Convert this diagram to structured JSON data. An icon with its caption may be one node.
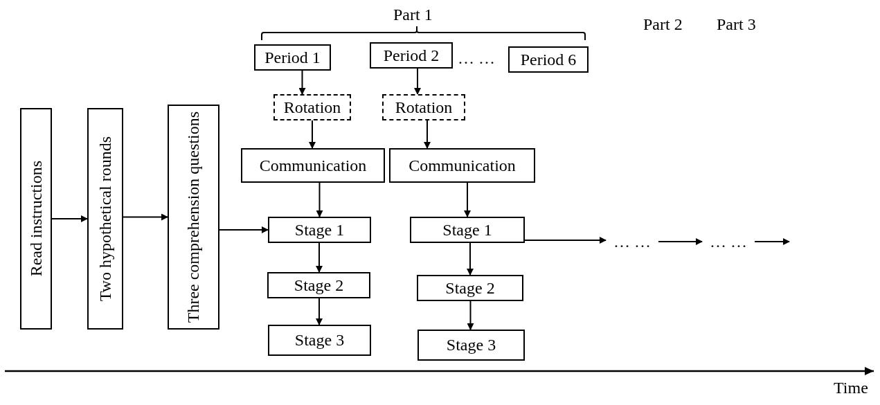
{
  "diagram": {
    "nodes": [
      {
        "text": [
          "Read instructions"
        ]
      },
      {
        "text": [
          "Two hypothetical rounds"
        ]
      },
      {
        "text": [
          "Three comprehension questions"
        ]
      },
      {
        "text": [
          "Period 1"
        ]
      },
      {
        "text": [
          "Period 2"
        ]
      },
      {
        "text": [
          "Period 6"
        ]
      },
      {
        "text": [
          "Rotation"
        ]
      },
      {
        "text": [
          "Rotation"
        ]
      },
      {
        "text": [
          "Communication"
        ]
      },
      {
        "text": [
          "Communication"
        ]
      },
      {
        "text": [
          "Stage 1"
        ]
      },
      {
        "text": [
          "Stage 2"
        ]
      },
      {
        "text": [
          "Stage 3"
        ]
      },
      {
        "text": [
          "Stage 1"
        ]
      },
      {
        "text": [
          "Stage 2"
        ]
      },
      {
        "text": [
          "Stage 3"
        ]
      },
      {
        "text": [
          "… …"
        ]
      },
      {
        "text": [
          "… …"
        ]
      }
    ],
    "edges": [
      {
        "from": 0,
        "to": 1,
        "arrow": "to"
      },
      {
        "from": 1,
        "to": 2,
        "arrow": "to"
      },
      {
        "from": 2,
        "to": 10,
        "arrow": "to"
      },
      {
        "from": 3,
        "to": 6,
        "arrow": "to"
      },
      {
        "from": 6,
        "to": 8,
        "arrow": "to"
      },
      {
        "from": 8,
        "to": 10,
        "arrow": "to"
      },
      {
        "from": 10,
        "to": 11,
        "arrow": "to"
      },
      {
        "from": 11,
        "to": 12,
        "arrow": "to"
      },
      {
        "from": 4,
        "to": 7,
        "arrow": "to"
      },
      {
        "from": 7,
        "to": 9,
        "arrow": "to"
      },
      {
        "from": 9,
        "to": 13,
        "arrow": "to"
      },
      {
        "from": 13,
        "to": 14,
        "arrow": "to"
      },
      {
        "from": 14,
        "to": 15,
        "arrow": "to"
      },
      {
        "from": 13,
        "to": 16,
        "arrow": "to"
      },
      {
        "from": 16,
        "to": 17,
        "arrow": "to"
      },
      {
        "from": 17,
        "to": null,
        "arrow": "to"
      }
    ],
    "labels": [
      "Part 1",
      "Part 2",
      "Part 3",
      "… …",
      "Time"
    ]
  }
}
